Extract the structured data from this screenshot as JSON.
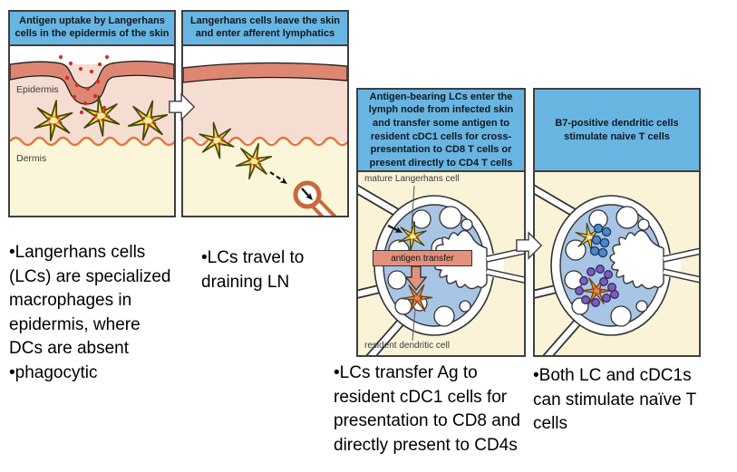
{
  "panel1": {
    "header": "Antigen uptake by Langerhans cells in the epidermis of the skin",
    "epidermis_label": "Epidermis",
    "dermis_label": "Dermis"
  },
  "panel2": {
    "header": "Langerhans cells leave the skin and enter afferent lymphatics"
  },
  "panel3": {
    "header": "Antigen-bearing LCs enter the lymph node from infected skin and transfer some antigen to resident cDC1 cells for cross-presentation to CD8 T cells or present directly to CD4 T cells",
    "mature_lc_label": "mature Langerhans cell",
    "antigen_transfer_label": "antigen transfer",
    "resident_dc_label": "resident dendritic cell"
  },
  "panel4": {
    "header": "B7-positive dendritic cells stimulate naive T cells"
  },
  "notes": {
    "n1a": "•Langerhans cells (LCs) are specialized macrophages in epidermis, where DCs are absent",
    "n1b": "•phagocytic",
    "n2": "•LCs travel to draining LN",
    "n3": "•LCs transfer Ag to resident cDC1 cells for presentation to CD8 and directly present to CD4s",
    "n4": "•Both LC and cDC1s can stimulate naïve T cells"
  },
  "colors": {
    "header-blue": "#69b5e2",
    "panel-border": "#3f3f3f",
    "corneum-salmon": "#dd8672",
    "epidermis-pink": "#f6ddd2",
    "dermis-cream": "#fbf5d9",
    "panel34-cream": "#faf3d8",
    "wavy-orange": "#e0763c",
    "node-blue": "#a8c5e6",
    "lc-yellow": "#f2e24b",
    "dc-orange": "#d89a50",
    "antigen-red": "#d8282a",
    "tcell-blue": "#4e86c6",
    "tcell-purple": "#7a60b2",
    "transfer-salmon": "#e2917c",
    "vessel-orange": "#c8693a"
  }
}
